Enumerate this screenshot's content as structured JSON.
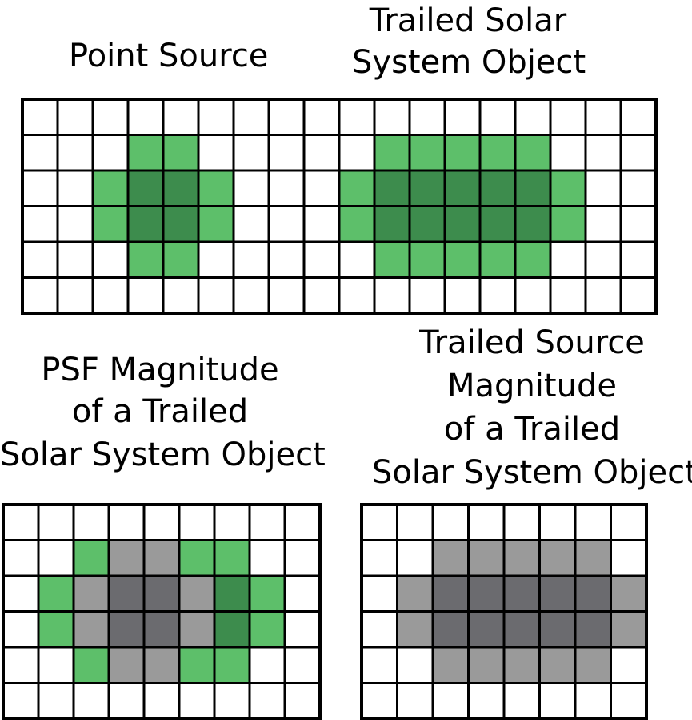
{
  "labels": {
    "point_source": "Point Source",
    "trailed_line1": "Trailed Solar",
    "trailed_line2": "System Object",
    "psf_line1": "PSF Magnitude",
    "psf_line2": "of a Trailed",
    "psf_line3": "Solar System Object",
    "ts_line1": "Trailed Source",
    "ts_line2": "Magnitude",
    "ts_line3": "of a Trailed",
    "ts_line4": "Solar System Object"
  },
  "colors": {
    "empty": "#ffffff",
    "green": "#5dbf6a",
    "dark_green": "#3d8c4d",
    "gray": "#9a9a9a",
    "dark_gray": "#6b6b6f",
    "grid_line": "#000000"
  },
  "legend": {
    "0": "empty",
    "1": "green",
    "2": "dark_green",
    "3": "gray",
    "4": "dark_gray"
  },
  "grids": {
    "top": [
      [
        0,
        0,
        0,
        0,
        0,
        0,
        0,
        0,
        0,
        0,
        0,
        0,
        0,
        0,
        0,
        0,
        0,
        0
      ],
      [
        0,
        0,
        0,
        1,
        1,
        0,
        0,
        0,
        0,
        0,
        1,
        1,
        1,
        1,
        1,
        0,
        0,
        0
      ],
      [
        0,
        0,
        1,
        2,
        2,
        1,
        0,
        0,
        0,
        1,
        2,
        2,
        2,
        2,
        2,
        1,
        0,
        0
      ],
      [
        0,
        0,
        1,
        2,
        2,
        1,
        0,
        0,
        0,
        1,
        2,
        2,
        2,
        2,
        2,
        1,
        0,
        0
      ],
      [
        0,
        0,
        0,
        1,
        1,
        0,
        0,
        0,
        0,
        0,
        1,
        1,
        1,
        1,
        1,
        0,
        0,
        0
      ],
      [
        0,
        0,
        0,
        0,
        0,
        0,
        0,
        0,
        0,
        0,
        0,
        0,
        0,
        0,
        0,
        0,
        0,
        0
      ]
    ],
    "psf": [
      [
        0,
        0,
        0,
        0,
        0,
        0,
        0,
        0,
        0
      ],
      [
        0,
        0,
        1,
        3,
        3,
        1,
        1,
        0,
        0
      ],
      [
        0,
        1,
        3,
        4,
        4,
        3,
        2,
        1,
        0
      ],
      [
        0,
        1,
        3,
        4,
        4,
        3,
        2,
        1,
        0
      ],
      [
        0,
        0,
        1,
        3,
        3,
        1,
        1,
        0,
        0
      ],
      [
        0,
        0,
        0,
        0,
        0,
        0,
        0,
        0,
        0
      ]
    ],
    "trailed_source": [
      [
        0,
        0,
        0,
        0,
        0,
        0,
        0,
        0
      ],
      [
        0,
        0,
        3,
        3,
        3,
        3,
        3,
        0
      ],
      [
        0,
        3,
        4,
        4,
        4,
        4,
        4,
        3
      ],
      [
        0,
        3,
        4,
        4,
        4,
        4,
        4,
        3
      ],
      [
        0,
        0,
        3,
        3,
        3,
        3,
        3,
        0
      ],
      [
        0,
        0,
        0,
        0,
        0,
        0,
        0,
        0
      ]
    ]
  }
}
